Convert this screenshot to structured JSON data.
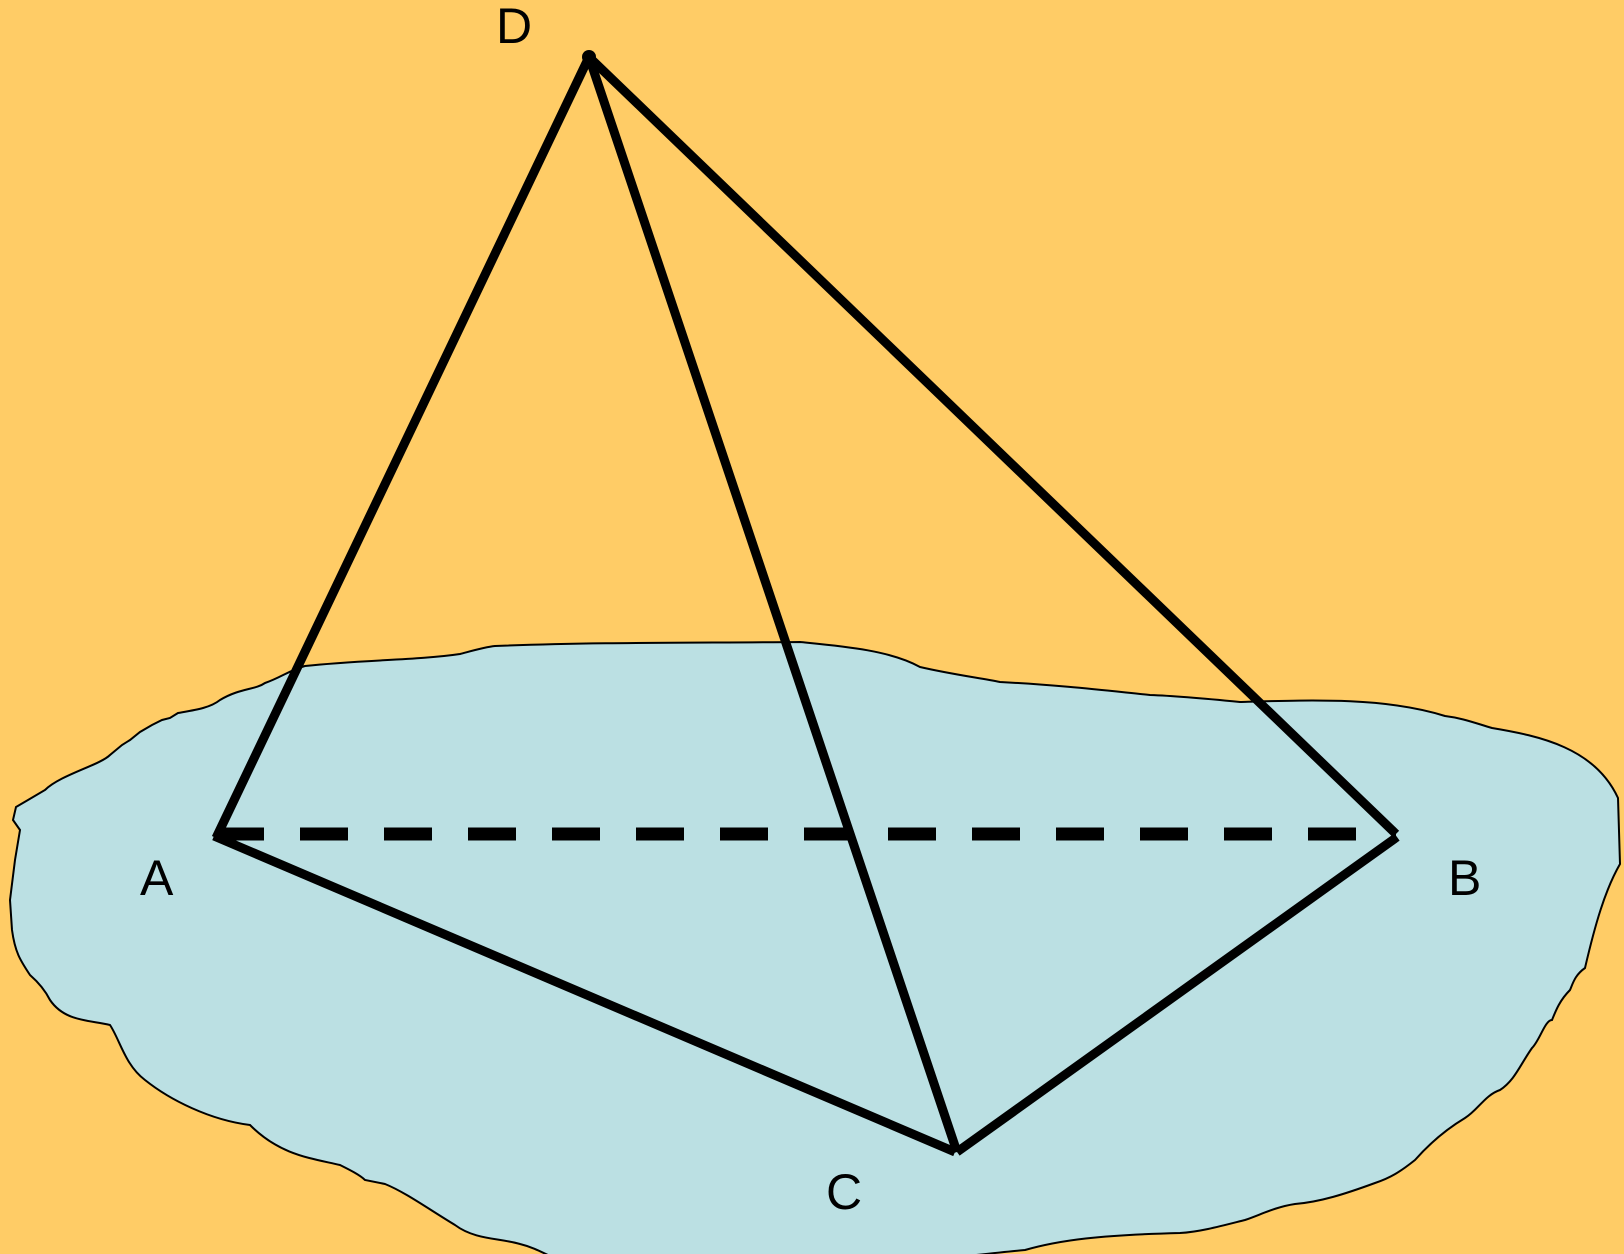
{
  "diagram": {
    "vertices": [
      {
        "id": "A",
        "label": "A"
      },
      {
        "id": "B",
        "label": "B"
      },
      {
        "id": "C",
        "label": "C"
      },
      {
        "id": "D",
        "label": "D"
      }
    ],
    "edges": [
      {
        "from": "D",
        "to": "A",
        "style": "solid"
      },
      {
        "from": "D",
        "to": "C",
        "style": "solid"
      },
      {
        "from": "D",
        "to": "B",
        "style": "solid"
      },
      {
        "from": "A",
        "to": "C",
        "style": "solid"
      },
      {
        "from": "C",
        "to": "B",
        "style": "solid"
      },
      {
        "from": "A",
        "to": "B",
        "style": "dashed"
      }
    ]
  },
  "colors": {
    "background": "#FFCC66",
    "plane_fill": "#BBE0E3",
    "line": "#000000"
  }
}
